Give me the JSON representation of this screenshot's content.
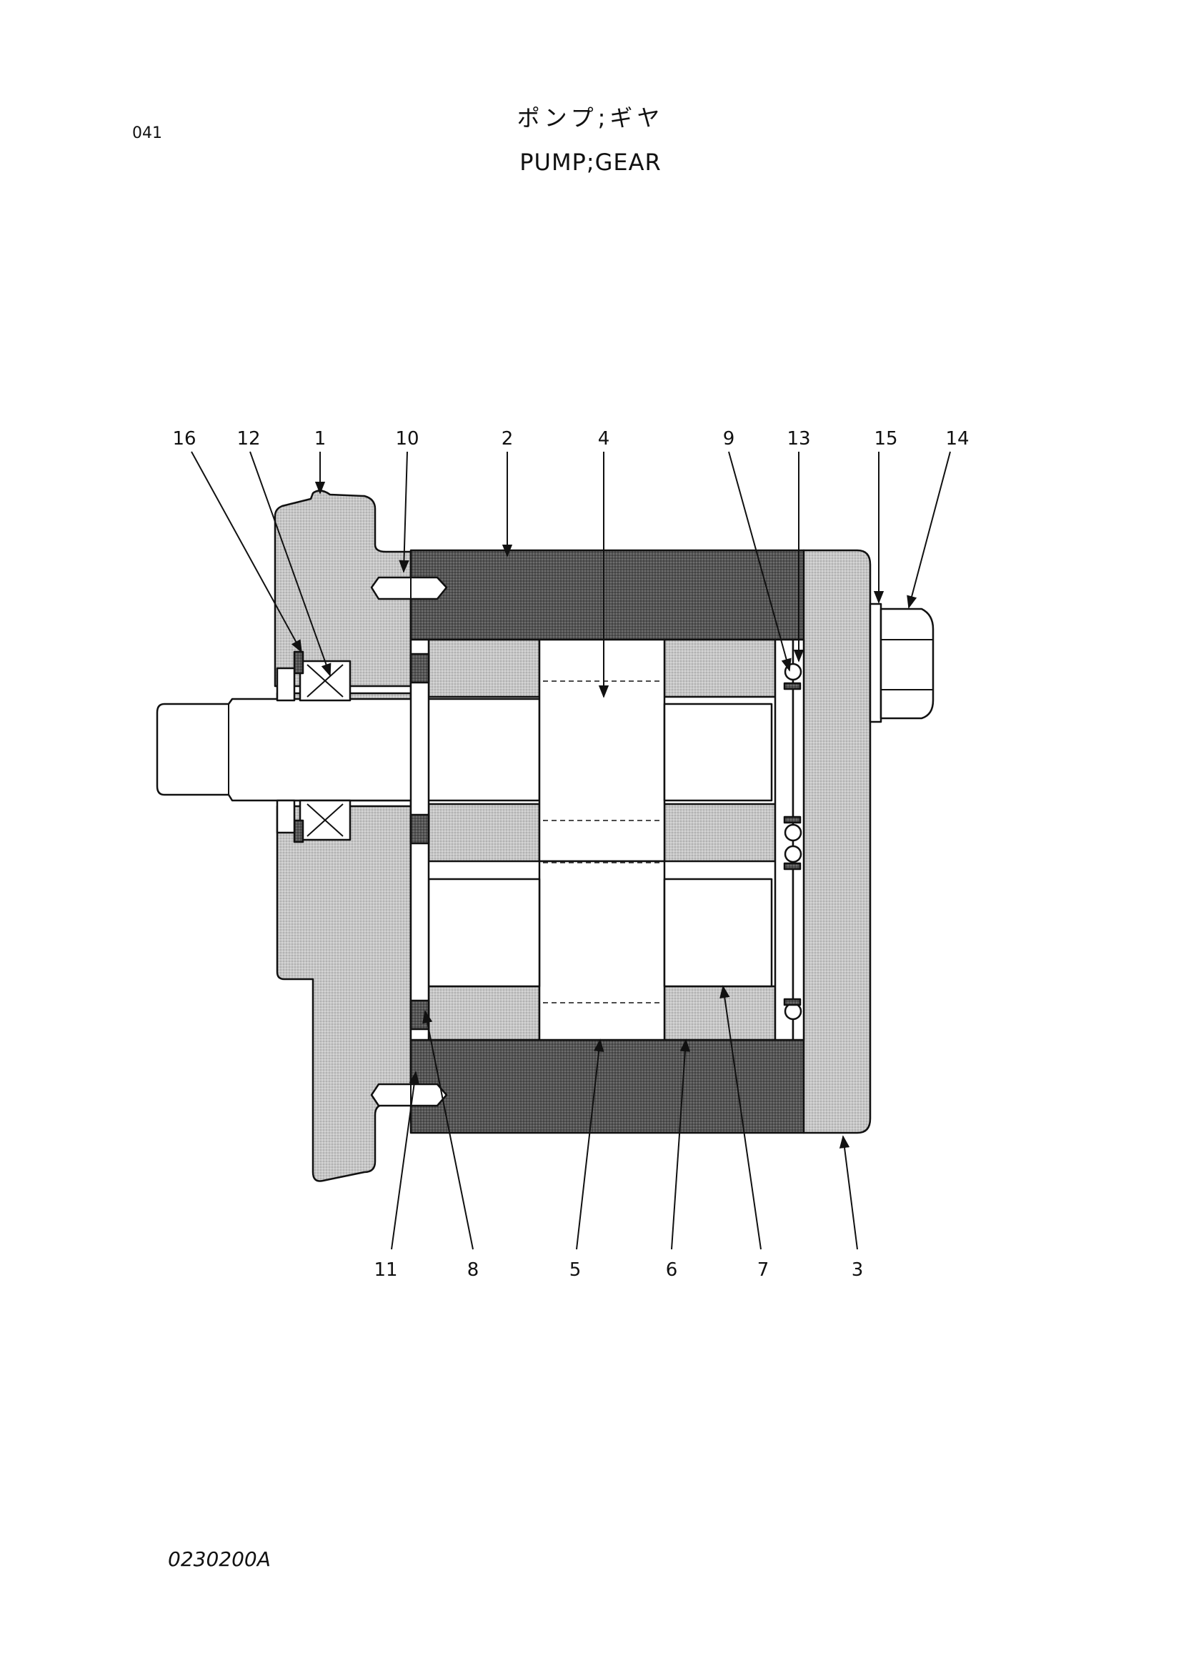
{
  "page": {
    "page_number": "041",
    "title_jp": "ポンプ;ギヤ",
    "title_en": "PUMP;GEAR",
    "drawing_code": "0230200A"
  },
  "callouts": {
    "c1": "1",
    "c2": "2",
    "c3": "3",
    "c4": "4",
    "c5": "5",
    "c6": "6",
    "c7": "7",
    "c8": "8",
    "c9": "9",
    "c10": "10",
    "c11": "11",
    "c12": "12",
    "c13": "13",
    "c14": "14",
    "c15": "15",
    "c16": "16"
  },
  "colors": {
    "medium_gray": "#bdbdbd",
    "dark_gray": "#5a5a5a",
    "outline": "#111111",
    "background": "#ffffff"
  }
}
